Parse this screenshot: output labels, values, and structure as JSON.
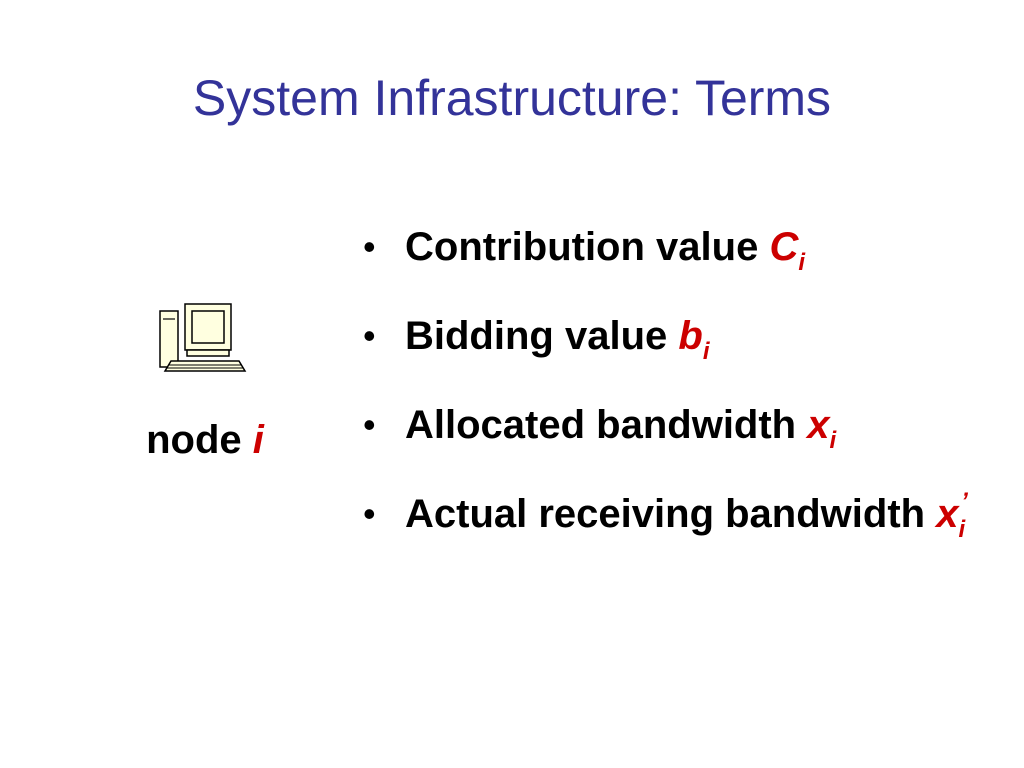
{
  "slide": {
    "title": "System Infrastructure: Terms"
  },
  "node": {
    "label": "node",
    "variable": "i",
    "icon": "computer-icon"
  },
  "bullets": [
    {
      "text": "Contribution value",
      "symbol": "C",
      "subscript": "i",
      "superscript": ""
    },
    {
      "text": "Bidding value",
      "symbol": "b",
      "subscript": "i",
      "superscript": ""
    },
    {
      "text": "Allocated bandwidth",
      "symbol": "x",
      "subscript": "i",
      "superscript": ""
    },
    {
      "text": "Actual receiving bandwidth",
      "symbol": "x",
      "subscript": "i",
      "superscript": "’"
    }
  ],
  "colors": {
    "title": "#333399",
    "variable": "#cc0000",
    "text": "#000000"
  }
}
